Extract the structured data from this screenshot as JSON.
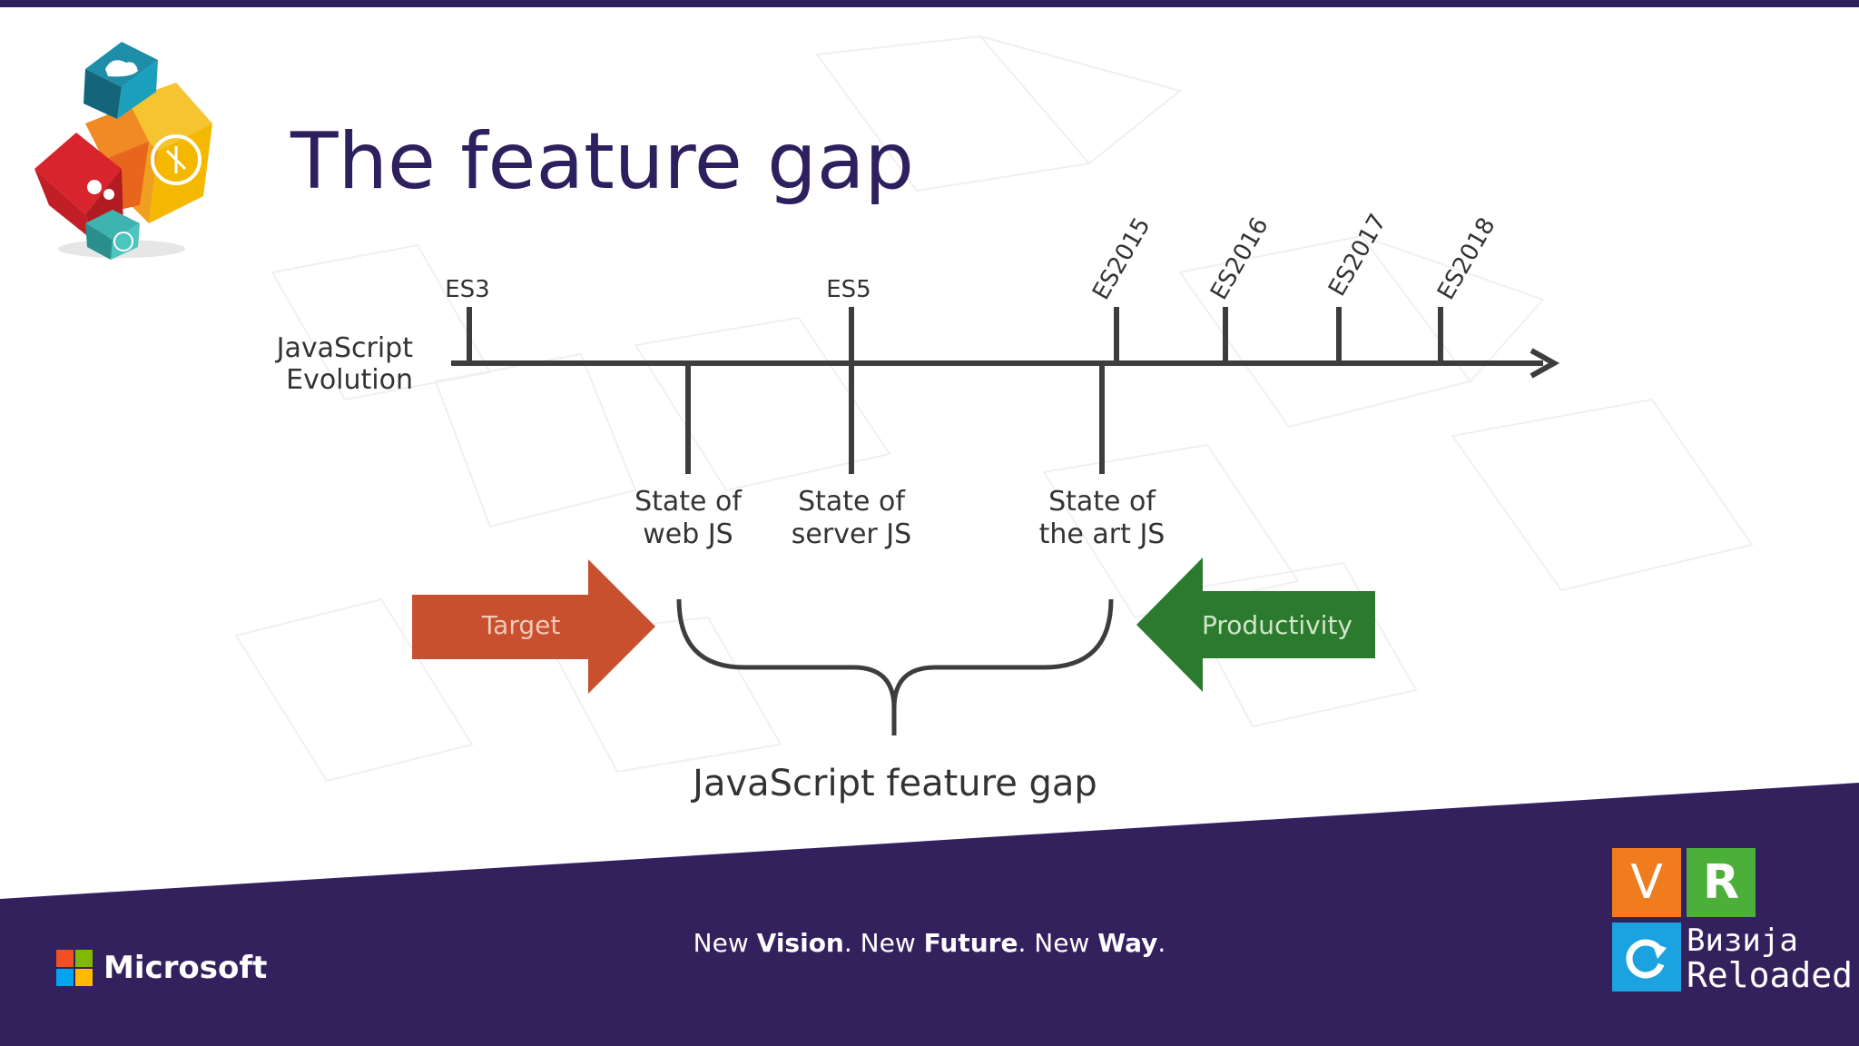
{
  "slide": {
    "title": "The feature gap"
  },
  "diagram": {
    "axis_label_line1": "JavaScript",
    "axis_label_line2": "Evolution",
    "versions": [
      "ES3",
      "ES5",
      "ES2015",
      "ES2016",
      "ES2017",
      "ES2018"
    ],
    "states": [
      {
        "line1": "State of",
        "line2": "web JS"
      },
      {
        "line1": "State of",
        "line2": "server JS"
      },
      {
        "line1": "State of",
        "line2": "the art JS"
      }
    ],
    "target_label": "Target",
    "productivity_label": "Productivity",
    "gap_label": "JavaScript feature gap",
    "colors": {
      "target": "#c8502e",
      "productivity": "#2b7a2e",
      "line": "#3d3d3d"
    }
  },
  "footer": {
    "brand": "Microsoft",
    "tagline_parts": [
      {
        "text": "New ",
        "bold": false
      },
      {
        "text": "Vision",
        "bold": true
      },
      {
        "text": ". New ",
        "bold": false
      },
      {
        "text": "Future",
        "bold": true
      },
      {
        "text": ". New ",
        "bold": false
      },
      {
        "text": "Way",
        "bold": true
      },
      {
        "text": ".",
        "bold": false
      }
    ],
    "badge": {
      "tile_v": "V",
      "tile_r": "R",
      "line1": "Визија",
      "line2": "Reloaded"
    },
    "colors": {
      "band": "#33215e",
      "ms_red": "#f25022",
      "ms_green": "#7fba00",
      "ms_blue": "#00a4ef",
      "ms_yellow": "#ffb900",
      "tile_orange": "#f07c1e",
      "tile_green": "#4caf3a",
      "tile_blue": "#1aa3e0"
    }
  }
}
